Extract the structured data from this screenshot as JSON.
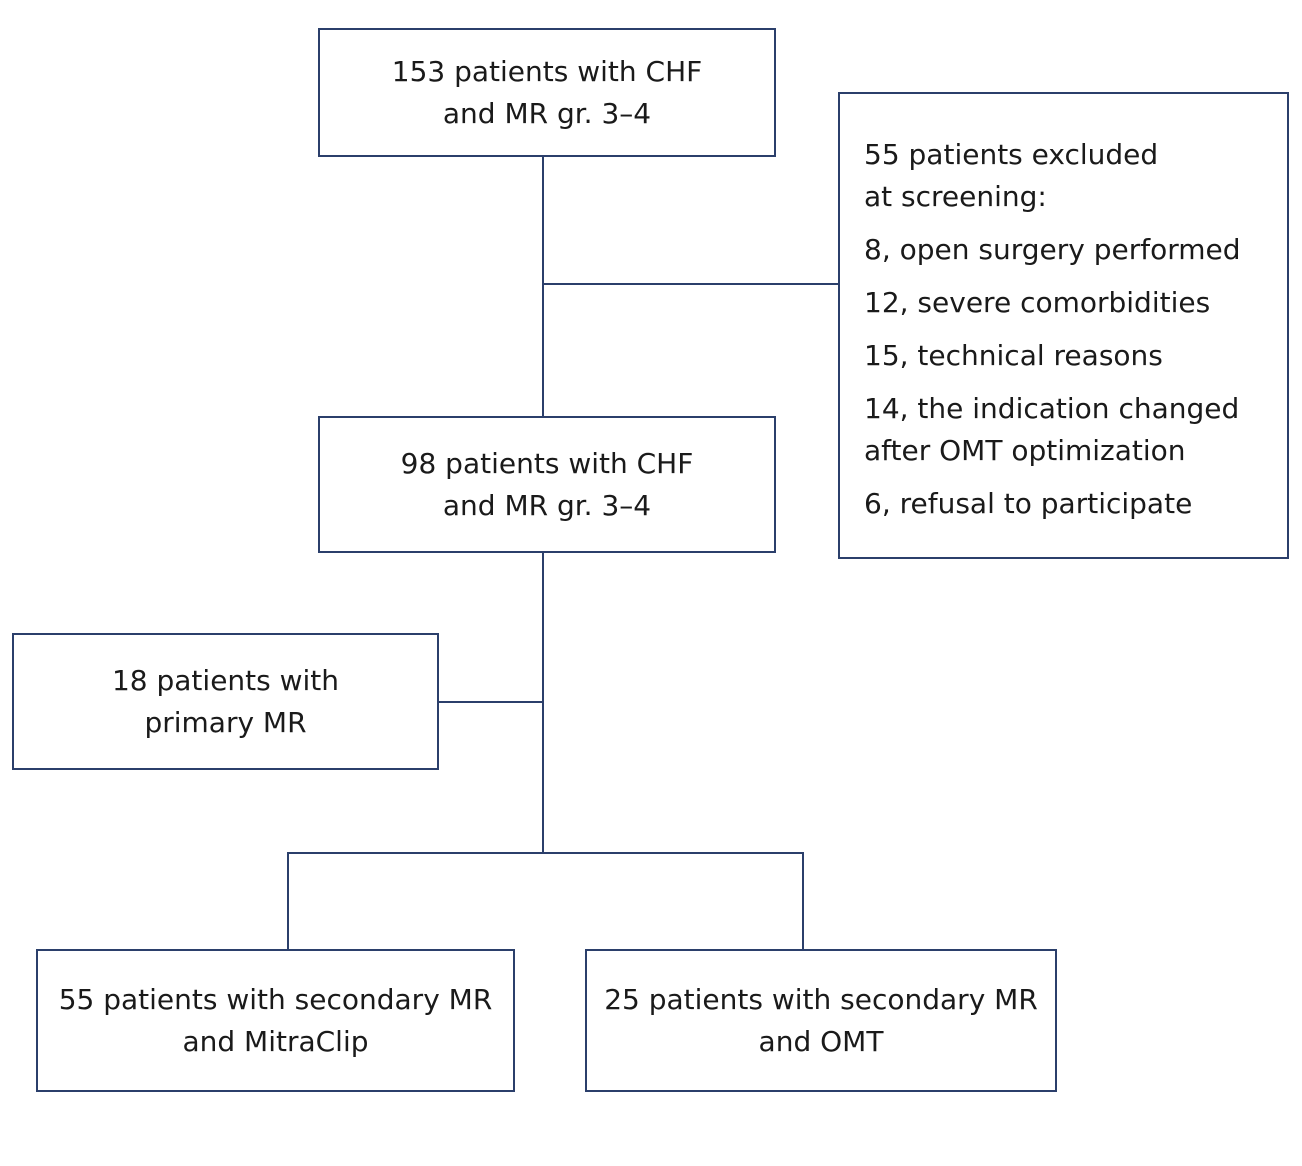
{
  "flowchart": {
    "start_box": {
      "lines": [
        "153 patients with CHF",
        "and MR gr. 3–4"
      ]
    },
    "excluded_box": {
      "title_lines": [
        "55 patients excluded",
        "at screening:"
      ],
      "items": [
        {
          "lines": [
            "8, open surgery performed"
          ]
        },
        {
          "lines": [
            "12, severe comorbidities"
          ]
        },
        {
          "lines": [
            "15, technical reasons"
          ]
        },
        {
          "lines": [
            "14, the indication changed",
            "after OMT optimization"
          ]
        },
        {
          "lines": [
            "6, refusal to participate"
          ]
        }
      ]
    },
    "screened_box": {
      "lines": [
        "98 patients with CHF",
        "and MR gr. 3–4"
      ]
    },
    "primary_box": {
      "lines": [
        "18 patients with",
        "primary MR"
      ]
    },
    "mitraclip_box": {
      "lines": [
        "55 patients with secondary MR",
        "and MitraClip"
      ]
    },
    "omt_box": {
      "lines": [
        "25 patients with secondary MR",
        "and OMT"
      ]
    },
    "colors": {
      "border": "#2b3f6b",
      "connector": "#2b3f6b",
      "text": "#1a1a1a",
      "background": "#ffffff"
    }
  }
}
